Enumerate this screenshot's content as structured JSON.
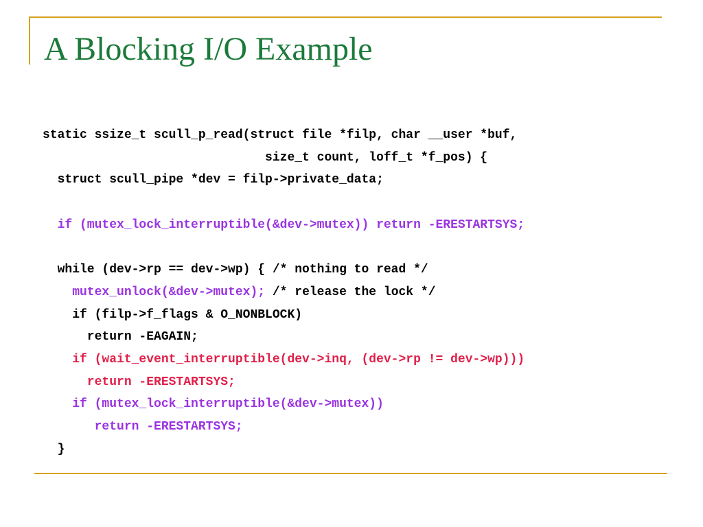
{
  "slide": {
    "title": "A Blocking I/O Example",
    "colors": {
      "title": "#1c7a3a",
      "frame": "#d6a21e",
      "code_default": "#000000",
      "code_purple": "#9a33e0",
      "code_red": "#e0204a"
    }
  },
  "code": {
    "lines": [
      [
        {
          "text": "static ssize_t scull_p_read(struct file *filp, char __user *buf,",
          "color": "black"
        }
      ],
      [
        {
          "text": "                              size_t count, loff_t *f_pos) {",
          "color": "black"
        }
      ],
      [
        {
          "text": "  struct scull_pipe *dev = filp->private_data;",
          "color": "black"
        }
      ],
      [],
      [
        {
          "text": "  if (mutex_lock_interruptible(&dev->mutex)) return -ERESTARTSYS;",
          "color": "purple"
        }
      ],
      [],
      [
        {
          "text": "  while (dev->rp == dev->wp) { /* nothing to read */",
          "color": "black"
        }
      ],
      [
        {
          "text": "    mutex_unlock(&dev->mutex);",
          "color": "purple"
        },
        {
          "text": " /* release the lock */",
          "color": "black"
        }
      ],
      [
        {
          "text": "    if (filp->f_flags & O_NONBLOCK)",
          "color": "black"
        }
      ],
      [
        {
          "text": "      return -EAGAIN;",
          "color": "black"
        }
      ],
      [
        {
          "text": "    if (wait_event_interruptible(dev->inq, (dev->rp != dev->wp)))",
          "color": "red"
        }
      ],
      [
        {
          "text": "      return -ERESTARTSYS;",
          "color": "red"
        }
      ],
      [
        {
          "text": "    if (mutex_lock_interruptible(&dev->mutex))",
          "color": "purple"
        }
      ],
      [
        {
          "text": "       return -ERESTARTSYS;",
          "color": "purple"
        }
      ],
      [
        {
          "text": "  }",
          "color": "black"
        }
      ]
    ]
  }
}
